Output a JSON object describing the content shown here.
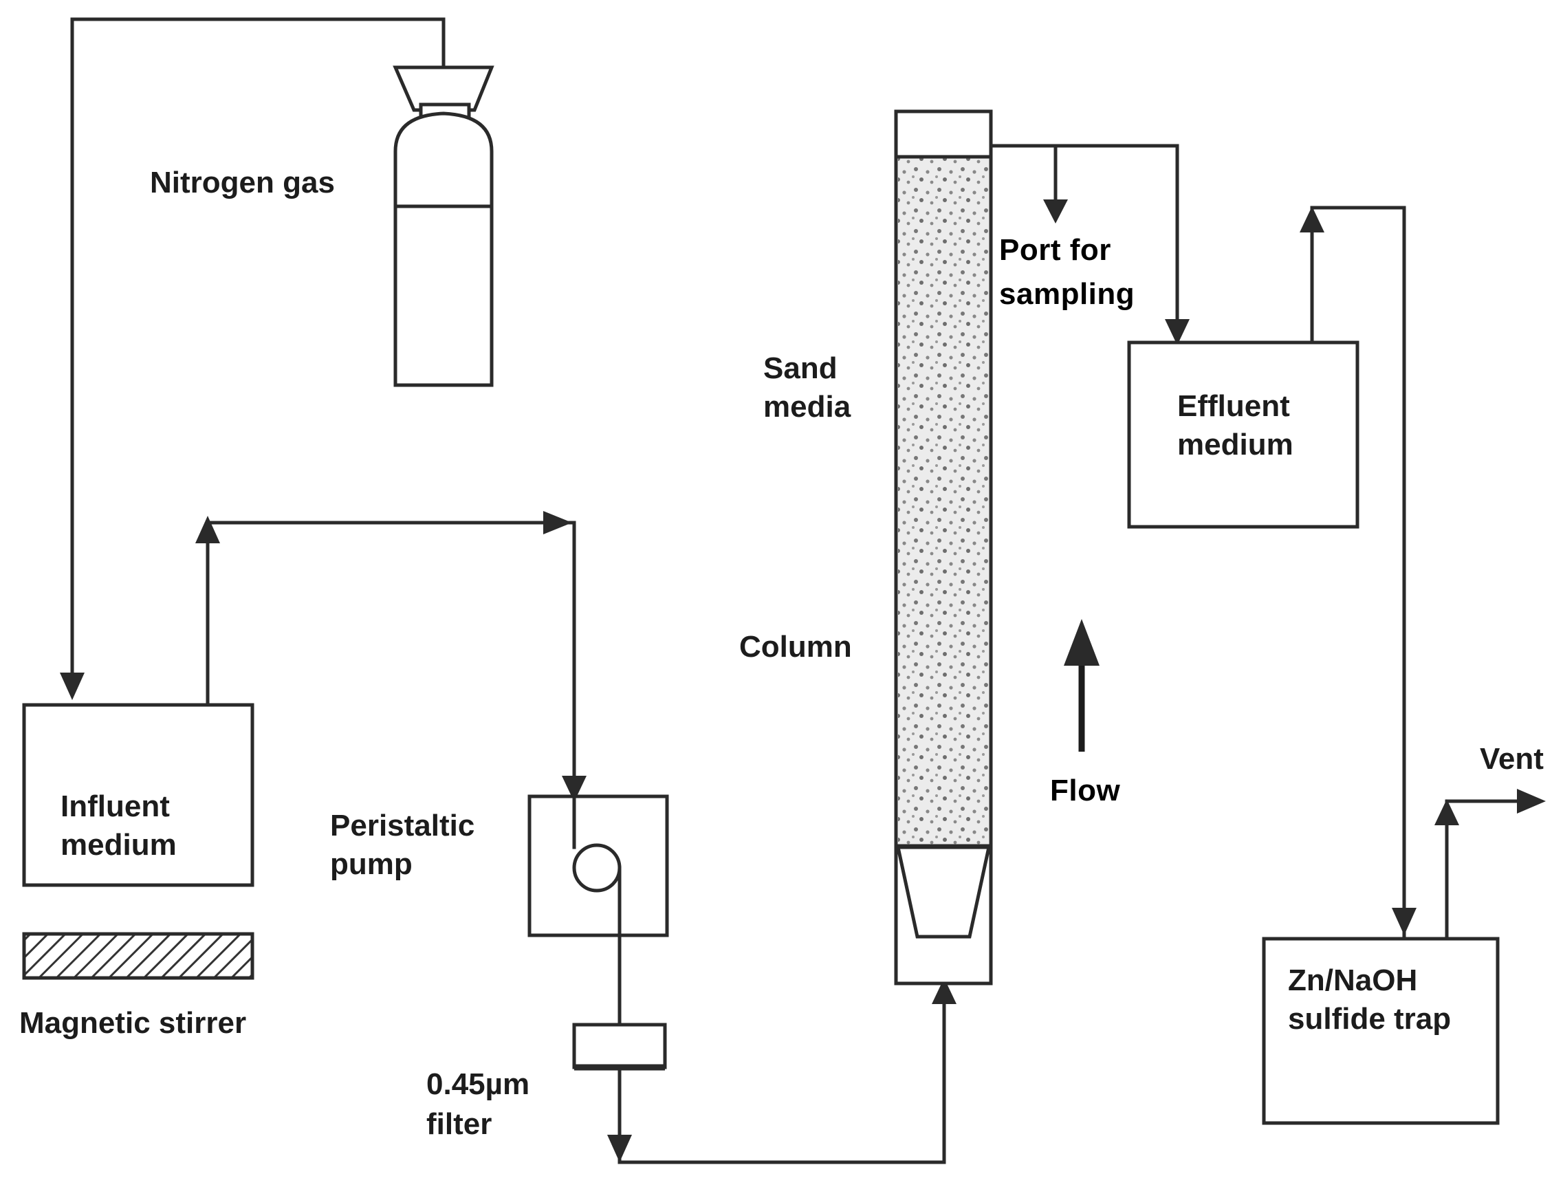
{
  "colors": {
    "line": "#2a2a2a",
    "text": "#1c1c1c",
    "background": "#ffffff"
  },
  "labels": {
    "nitrogen_gas": "Nitrogen gas",
    "influent_medium": [
      "Influent",
      "medium"
    ],
    "magnetic_stirrer": "Magnetic stirrer",
    "peristaltic_pump": [
      "Peristaltic",
      "pump"
    ],
    "filter": [
      "0.45µm",
      "filter"
    ],
    "sand_media": [
      "Sand",
      "media"
    ],
    "column": "Column",
    "port_for_sampling": [
      "Port for",
      "sampling"
    ],
    "flow": "Flow",
    "effluent_medium": [
      "Effluent",
      "medium"
    ],
    "sulfide_trap": [
      "Zn/NaOH",
      "sulfide trap"
    ],
    "vent": "Vent"
  }
}
